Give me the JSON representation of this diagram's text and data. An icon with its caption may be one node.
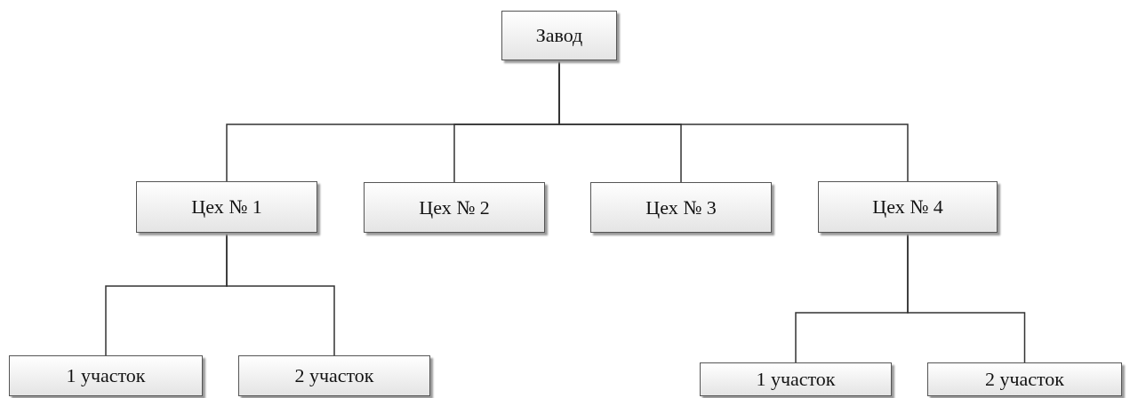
{
  "diagram": {
    "nodes": [
      {
        "text": [
          "Завод"
        ]
      },
      {
        "text": [
          "Цех № 1"
        ]
      },
      {
        "text": [
          "Цех № 2"
        ]
      },
      {
        "text": [
          "Цех № 3"
        ]
      },
      {
        "text": [
          "Цех № 4"
        ]
      },
      {
        "text": [
          "1 участок"
        ]
      },
      {
        "text": [
          "2 участок"
        ]
      },
      {
        "text": [
          "1 участок"
        ]
      },
      {
        "text": [
          "2 участок"
        ]
      }
    ],
    "edges": [
      {
        "from": 0,
        "to": 1,
        "arrow": "none"
      },
      {
        "from": 0,
        "to": 2,
        "arrow": "none"
      },
      {
        "from": 0,
        "to": 3,
        "arrow": "none"
      },
      {
        "from": 0,
        "to": 4,
        "arrow": "none"
      },
      {
        "from": 1,
        "to": 5,
        "arrow": "none"
      },
      {
        "from": 1,
        "to": 6,
        "arrow": "none"
      },
      {
        "from": 4,
        "to": 7,
        "arrow": "none"
      },
      {
        "from": 4,
        "to": 8,
        "arrow": "none"
      }
    ]
  }
}
